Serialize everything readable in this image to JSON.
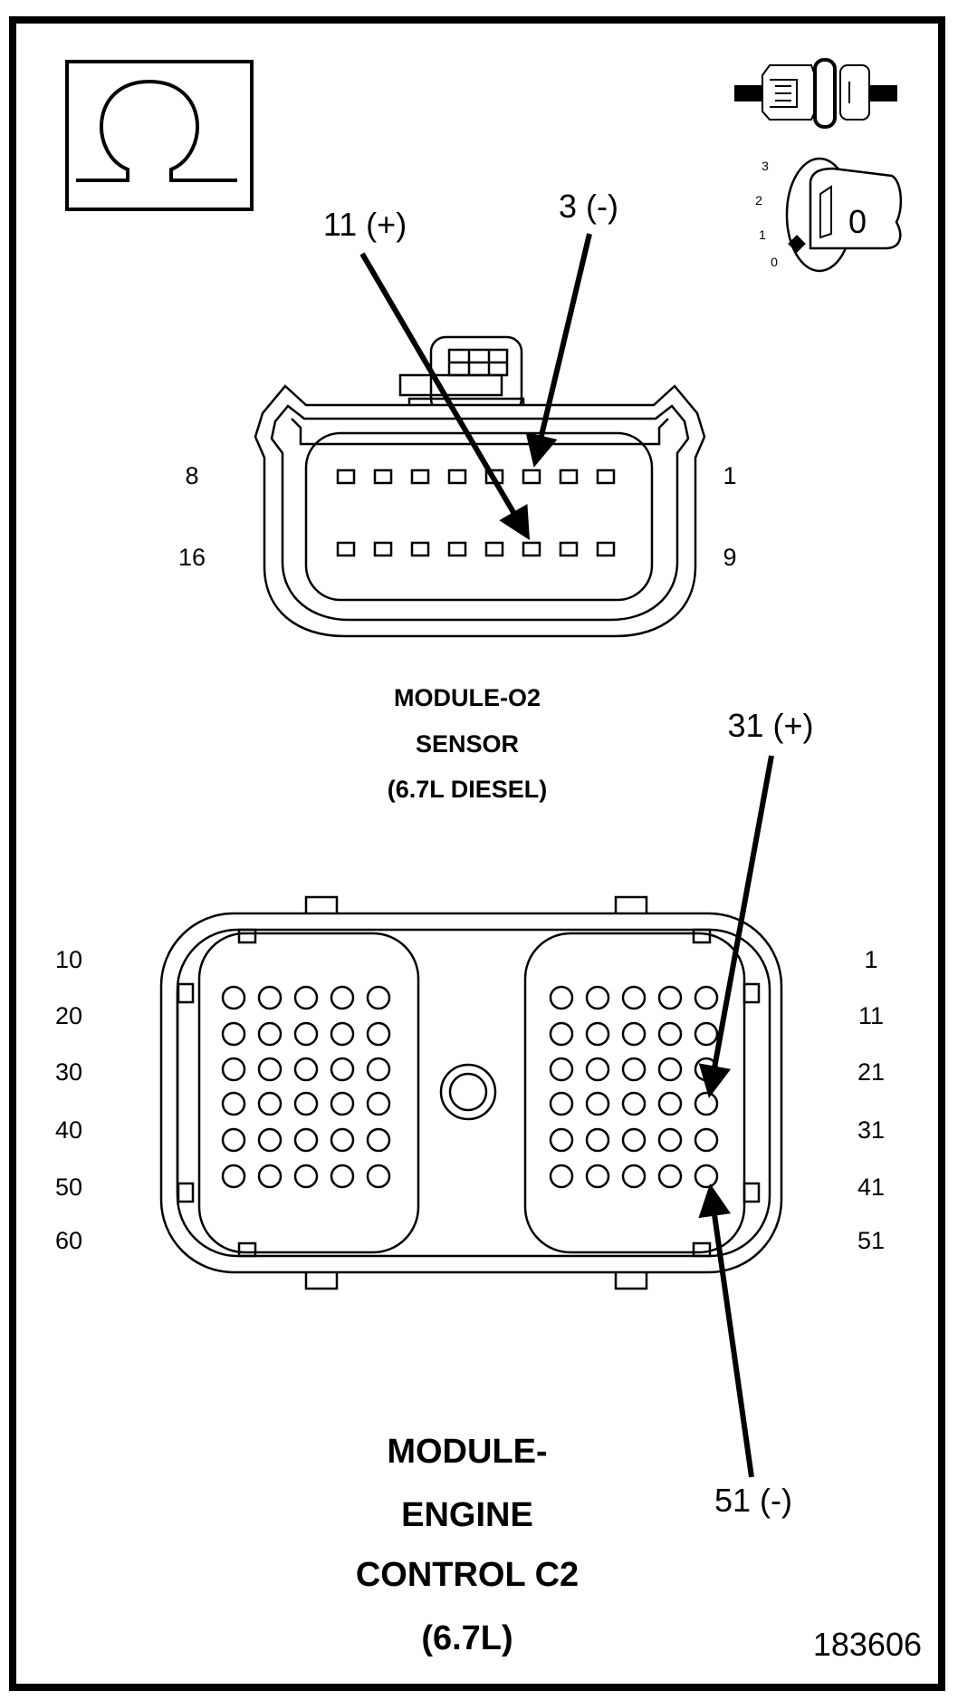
{
  "callouts": {
    "o2_pin_11": "11 (+)",
    "o2_pin_3": "3 (-)",
    "ecm_pin_31": "31 (+)",
    "ecm_pin_51": "51 (-)"
  },
  "ignition": {
    "positions": [
      "3",
      "2",
      "1",
      "0"
    ],
    "key_label": "0"
  },
  "o2_connector": {
    "row_labels_left": [
      "8",
      "16"
    ],
    "row_labels_right": [
      "1",
      "9"
    ],
    "caption_lines": [
      "MODULE-O2",
      "SENSOR",
      "(6.7L DIESEL)"
    ]
  },
  "ecm_connector": {
    "left_labels": [
      "10",
      "20",
      "30",
      "40",
      "50",
      "60"
    ],
    "right_labels": [
      "1",
      "11",
      "21",
      "31",
      "41",
      "51"
    ],
    "caption_lines": [
      "MODULE-",
      "ENGINE",
      "CONTROL C2",
      "(6.7L)"
    ]
  },
  "figure_number": "183606",
  "icons": {
    "ohmmeter": "omega-icon",
    "connector": "disconnected-connector-icon",
    "ignition": "ignition-key-off-icon"
  }
}
